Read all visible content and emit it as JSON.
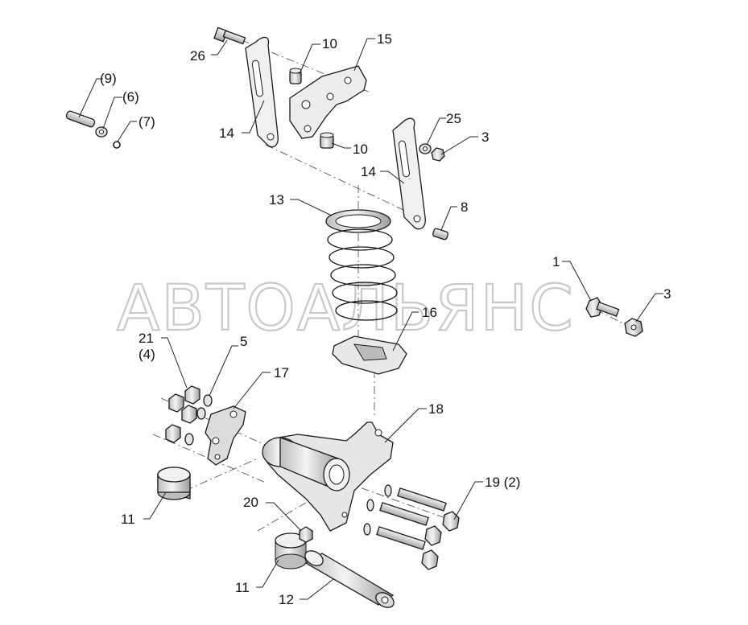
{
  "watermark": "АВТОАЛЬЯНС",
  "callouts": {
    "c1": "1",
    "c3a": "3",
    "c3b": "3",
    "c5": "5",
    "c8": "8",
    "c10a": "10",
    "c10b": "10",
    "c11a": "11",
    "c11b": "11",
    "c12": "12",
    "c13": "13",
    "c14a": "14",
    "c14b": "14",
    "c15": "15",
    "c16": "16",
    "c17": "17",
    "c18": "18",
    "c19": "19 (2)",
    "c20": "20",
    "c21": "21",
    "c21sub": "(4)",
    "c25": "25",
    "c26": "26",
    "c9": "(9)",
    "c6": "(6)",
    "c7": "(7)"
  },
  "colors": {
    "line": "#1a1a1a",
    "fill_light": "#f2f2f2",
    "fill_mid": "#d6d6d6",
    "fill_dark": "#9a9a9a",
    "watermark": "#c9c9c9"
  }
}
